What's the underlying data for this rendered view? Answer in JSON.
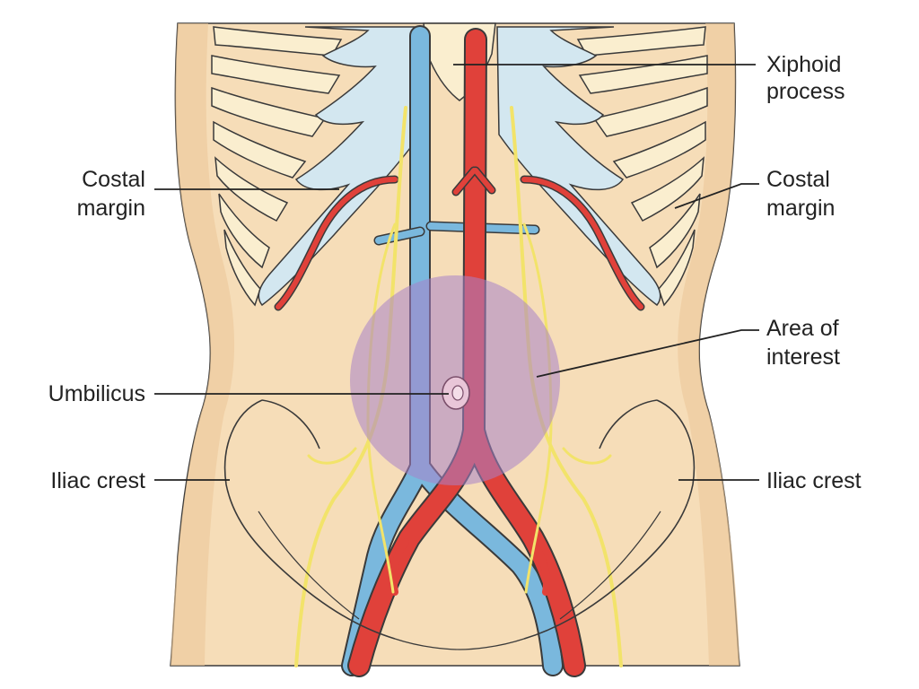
{
  "colors": {
    "skin": "#f6ddb8",
    "skin_shade": "#edc89a",
    "outline": "#3a3a3a",
    "rib_fill": "#faeecf",
    "cartilage": "#d3e7f0",
    "artery": "#e0413a",
    "vein": "#7ab8dd",
    "nerve": "#f2e36a",
    "highlight": "#a882c8",
    "label_text": "#222222"
  },
  "labels": {
    "xiphoid_1": "Xiphoid",
    "xiphoid_2": "process",
    "costal_left_1": "Costal",
    "costal_left_2": "margin",
    "costal_right_1": "Costal",
    "costal_right_2": "margin",
    "area_1": "Area of",
    "area_2": "interest",
    "umbilicus": "Umbilicus",
    "iliac_left": "Iliac crest",
    "iliac_right": "Iliac crest"
  }
}
